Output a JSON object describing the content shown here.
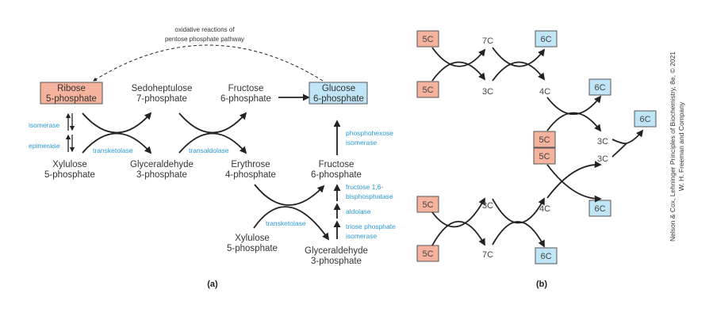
{
  "colors": {
    "pentose": "#f5b29c",
    "hexose": "#bfe5f6",
    "enzyme": "#2b9ad6"
  },
  "a": {
    "oxidative": [
      "oxidative reactions of",
      "pentose phosphate pathway"
    ],
    "ribose": [
      "Ribose",
      "5-phosphate"
    ],
    "sedo": [
      "Sedoheptulose",
      "7-phosphate"
    ],
    "fru1": [
      "Fructose",
      "6-phosphate"
    ],
    "glucose": [
      "Glucose",
      "6-phosphate"
    ],
    "xyl1": [
      "Xylulose",
      "5-phosphate"
    ],
    "gap1": [
      "Glyceraldehyde",
      "3-phosphate"
    ],
    "ery": [
      "Erythrose",
      "4-phosphate"
    ],
    "fru2": [
      "Fructose",
      "6-phosphate"
    ],
    "xyl2": [
      "Xylulose",
      "5-phosphate"
    ],
    "gap2": [
      "Glyceraldehyde",
      "3-phosphate"
    ],
    "enz": {
      "isomerase": "isomerase",
      "epimerase": "epimerase",
      "tk1": "transketolase",
      "ta": "transaldolase",
      "tk2": "transketolase",
      "phi": [
        "phosphohexose",
        "isomerase"
      ],
      "fbp": [
        "fructose 1,6-",
        "bisphosphatase"
      ],
      "aldolase": "aldolase",
      "tpi": [
        "triose phosphate",
        "isomerase"
      ]
    },
    "label": "(a)"
  },
  "b": {
    "boxes": [
      "5C",
      "5C",
      "6C",
      "6C",
      "6C",
      "5C",
      "5C",
      "6C",
      "5C",
      "5C",
      "6C"
    ],
    "mid": [
      "7C",
      "3C",
      "4C",
      "3C",
      "3C",
      "3C",
      "4C",
      "7C"
    ],
    "label": "(b)"
  },
  "credit": [
    "Nelson & Cox, Lehninger Principles of Biochemistry, 8e, © 2021",
    "W. H. Freeman and Company"
  ]
}
